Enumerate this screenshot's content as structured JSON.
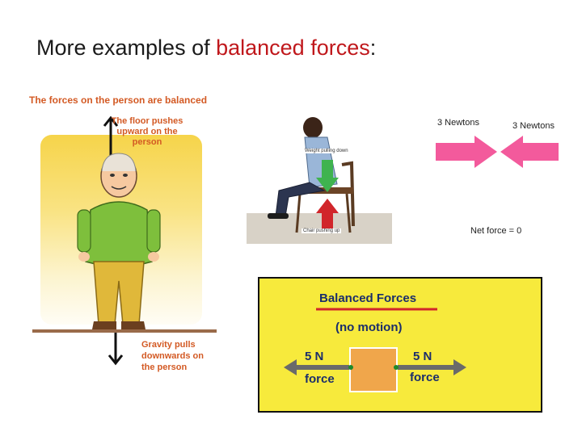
{
  "slide": {
    "title_prefix": "More examples of ",
    "title_highlight": "balanced forces",
    "title_suffix": ":",
    "highlight_color": "#c0181c"
  },
  "person_panel": {
    "heading": "The forces on the person are balanced",
    "upward_text": [
      "The floor pushes",
      "upward on the",
      "person"
    ],
    "downward_text": [
      "Gravity pulls",
      "downwards on",
      "the person"
    ]
  },
  "chair_panel": {
    "weight_label": "Weight pulling down",
    "chair_label": "Chair pushing up"
  },
  "newton_panel": {
    "left_force": "3 Newtons",
    "right_force": "3 Newtons",
    "net_force": "Net force = 0",
    "arrow_color": "#f35a9c"
  },
  "box_panel": {
    "title": "Balanced Forces",
    "subtitle": "(no motion)",
    "left_value": "5 N",
    "left_label": "force",
    "right_value": "5 N",
    "right_label": "force",
    "background": "#f7ea3c"
  }
}
